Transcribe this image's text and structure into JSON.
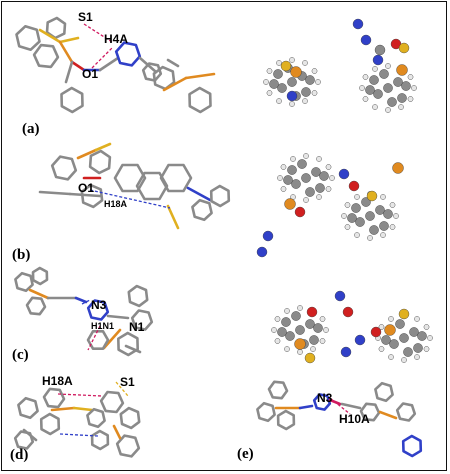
{
  "panels": {
    "a": {
      "label": "(a)",
      "atoms": [
        "S1",
        "H4A",
        "O1"
      ]
    },
    "b": {
      "label": "(b)",
      "atoms": [
        "O1",
        "H18A"
      ]
    },
    "c": {
      "label": "(c)",
      "atoms": [
        "N3",
        "H1N1",
        "N1"
      ]
    },
    "d": {
      "label": "(d)",
      "atoms": [
        "H18A",
        "S1"
      ]
    },
    "e": {
      "label": "(e)",
      "atoms": [
        "N3",
        "H10A"
      ]
    }
  },
  "colors": {
    "carbon": "#8a8a8a",
    "nitrogen": "#3040c8",
    "oxygen": "#d02020",
    "sulfur": "#e0b020",
    "phosphorus": "#e08a20",
    "hydrogen": "#e6e6e6",
    "contact": "#d01a60"
  }
}
